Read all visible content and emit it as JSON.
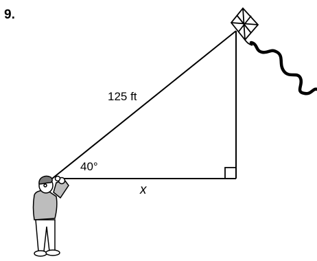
{
  "problem": {
    "number": "9."
  },
  "diagram": {
    "hypotenuse_label": "125 ft",
    "angle_label": "40°",
    "base_label": "x"
  },
  "colors": {
    "ink": "#000000",
    "shirt": "#bdbdbd",
    "hair": "#7a7a7a",
    "background": "#ffffff"
  },
  "icons": {
    "figure": "person-flying-kite-icon",
    "kite": "kite-icon",
    "right_angle": "right-angle-marker-icon"
  }
}
